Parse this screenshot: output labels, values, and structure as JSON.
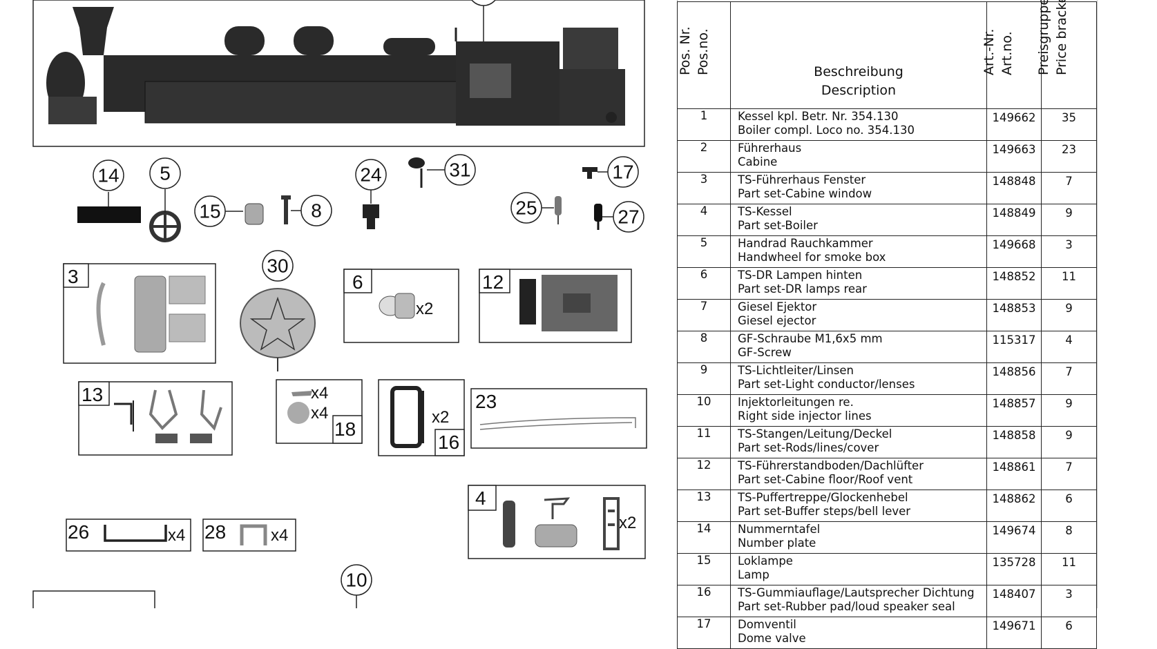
{
  "diagram": {
    "callouts": [
      "14",
      "5",
      "15",
      "8",
      "24",
      "31",
      "17",
      "25",
      "27",
      "30",
      "10"
    ],
    "boxes": [
      {
        "id": "box-3",
        "num": "3"
      },
      {
        "id": "box-6",
        "num": "6",
        "qty": "x2"
      },
      {
        "id": "box-12",
        "num": "12"
      },
      {
        "id": "box-13",
        "num": "13"
      },
      {
        "id": "box-18",
        "num": "18",
        "qty1": "x4",
        "qty2": "x4"
      },
      {
        "id": "box-16",
        "num": "16",
        "qty": "x2"
      },
      {
        "id": "box-23",
        "num": "23"
      },
      {
        "id": "box-4",
        "num": "4",
        "qty": "x2"
      },
      {
        "id": "box-26",
        "num": "26",
        "qty": "x4"
      },
      {
        "id": "box-28",
        "num": "28",
        "qty": "x4"
      }
    ]
  },
  "table": {
    "headers": {
      "pos_de": "Pos. Nr.",
      "pos_en": "Pos.no.",
      "desc_de": "Beschreibung",
      "desc_en": "Description",
      "art_de": "Art.-Nr.",
      "art_en": "Art.no.",
      "price_de": "Preisgruppe",
      "price_en": "Price bracket"
    },
    "rows": [
      {
        "pos": "1",
        "de": "Kessel kpl. Betr. Nr. 354.130",
        "en": "Boiler compl. Loco no. 354.130",
        "art": "149662",
        "price": "35"
      },
      {
        "pos": "2",
        "de": "Führerhaus",
        "en": "Cabine",
        "art": "149663",
        "price": "23"
      },
      {
        "pos": "3",
        "de": "TS-Führerhaus Fenster",
        "en": "Part set-Cabine window",
        "art": "148848",
        "price": "7"
      },
      {
        "pos": "4",
        "de": "TS-Kessel",
        "en": "Part set-Boiler",
        "art": "148849",
        "price": "9"
      },
      {
        "pos": "5",
        "de": "Handrad Rauchkammer",
        "en": "Handwheel for smoke box",
        "art": "149668",
        "price": "3"
      },
      {
        "pos": "6",
        "de": "TS-DR Lampen hinten",
        "en": "Part set-DR lamps rear",
        "art": "148852",
        "price": "11"
      },
      {
        "pos": "7",
        "de": "Giesel Ejektor",
        "en": "Giesel ejector",
        "art": "148853",
        "price": "9"
      },
      {
        "pos": "8",
        "de": "GF-Schraube M1,6x5 mm",
        "en": "GF-Screw",
        "art": "115317",
        "price": "4"
      },
      {
        "pos": "9",
        "de": "TS-Lichtleiter/Linsen",
        "en": "Part set-Light conductor/lenses",
        "art": "148856",
        "price": "7"
      },
      {
        "pos": "10",
        "de": "Injektorleitungen re.",
        "en": "Right side injector lines",
        "art": "148857",
        "price": "9"
      },
      {
        "pos": "11",
        "de": "TS-Stangen/Leitung/Deckel",
        "en": "Part set-Rods/lines/cover",
        "art": "148858",
        "price": "9"
      },
      {
        "pos": "12",
        "de": "TS-Führerstandboden/Dachlüfter",
        "en": "Part set-Cabine floor/Roof vent",
        "art": "148861",
        "price": "7"
      },
      {
        "pos": "13",
        "de": "TS-Puffertreppe/Glockenhebel",
        "en": "Part set-Buffer steps/bell lever",
        "art": "148862",
        "price": "6"
      },
      {
        "pos": "14",
        "de": "Nummerntafel",
        "en": "Number plate",
        "art": "149674",
        "price": "8"
      },
      {
        "pos": "15",
        "de": "Loklampe",
        "en": "Lamp",
        "art": "135728",
        "price": "11"
      },
      {
        "pos": "16",
        "de": "TS-Gummiauflage/Lautsprecher Dichtung",
        "en": "Part set-Rubber pad/loud speaker seal",
        "art": "148407",
        "price": "3"
      },
      {
        "pos": "17",
        "de": "Domventil",
        "en": "Dome valve",
        "art": "149671",
        "price": "6"
      }
    ]
  }
}
